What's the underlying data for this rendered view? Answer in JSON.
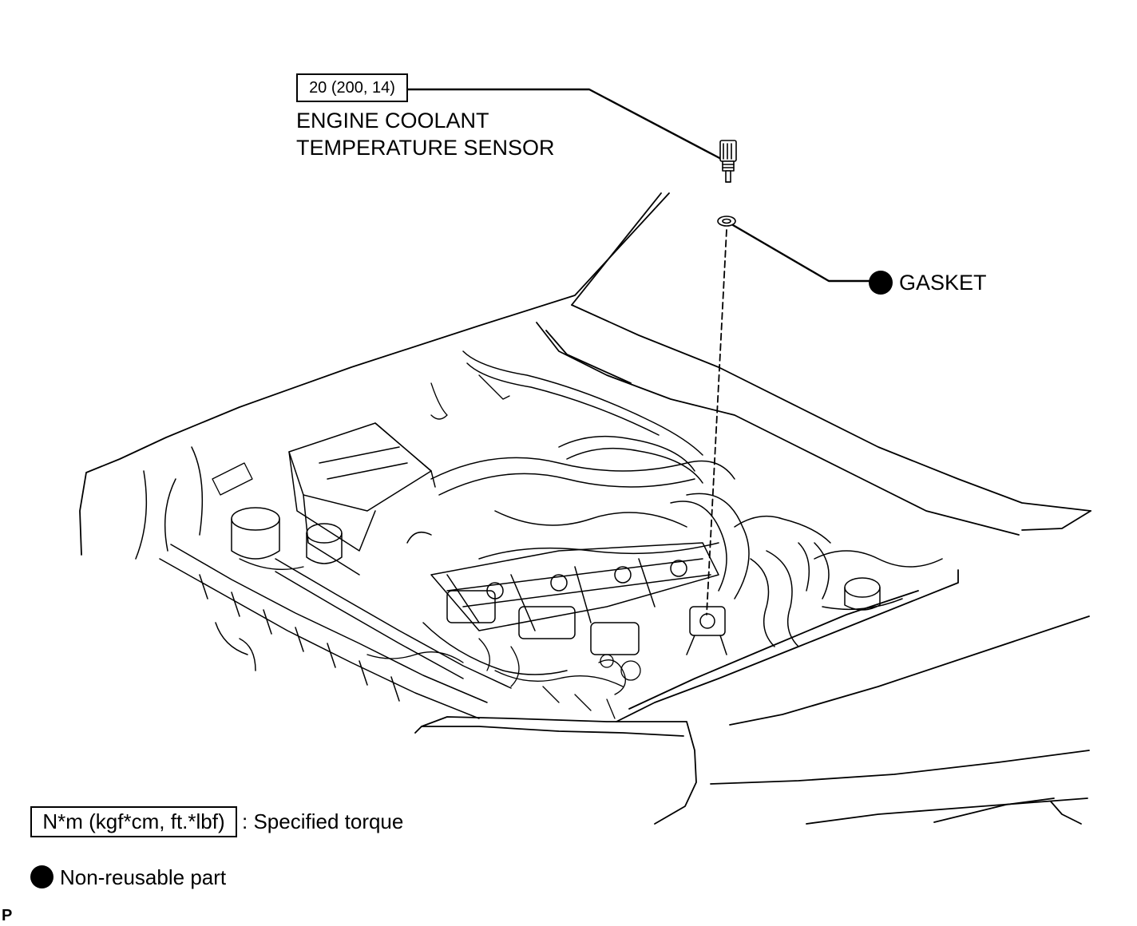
{
  "callouts": {
    "torque_value": "20 (200, 14)",
    "sensor_label_line1": "ENGINE COOLANT",
    "sensor_label_line2": "TEMPERATURE SENSOR",
    "gasket_label": "GASKET"
  },
  "legend": {
    "torque_unit": "N*m (kgf*cm, ft.*lbf)",
    "torque_text": ": Specified torque",
    "nonreusable_text": "Non-reusable part"
  },
  "illustration_code": "P",
  "colors": {
    "line": "#000000",
    "background": "#ffffff"
  },
  "icons": {
    "nonreusable_marker": "filled-circle-icon"
  }
}
